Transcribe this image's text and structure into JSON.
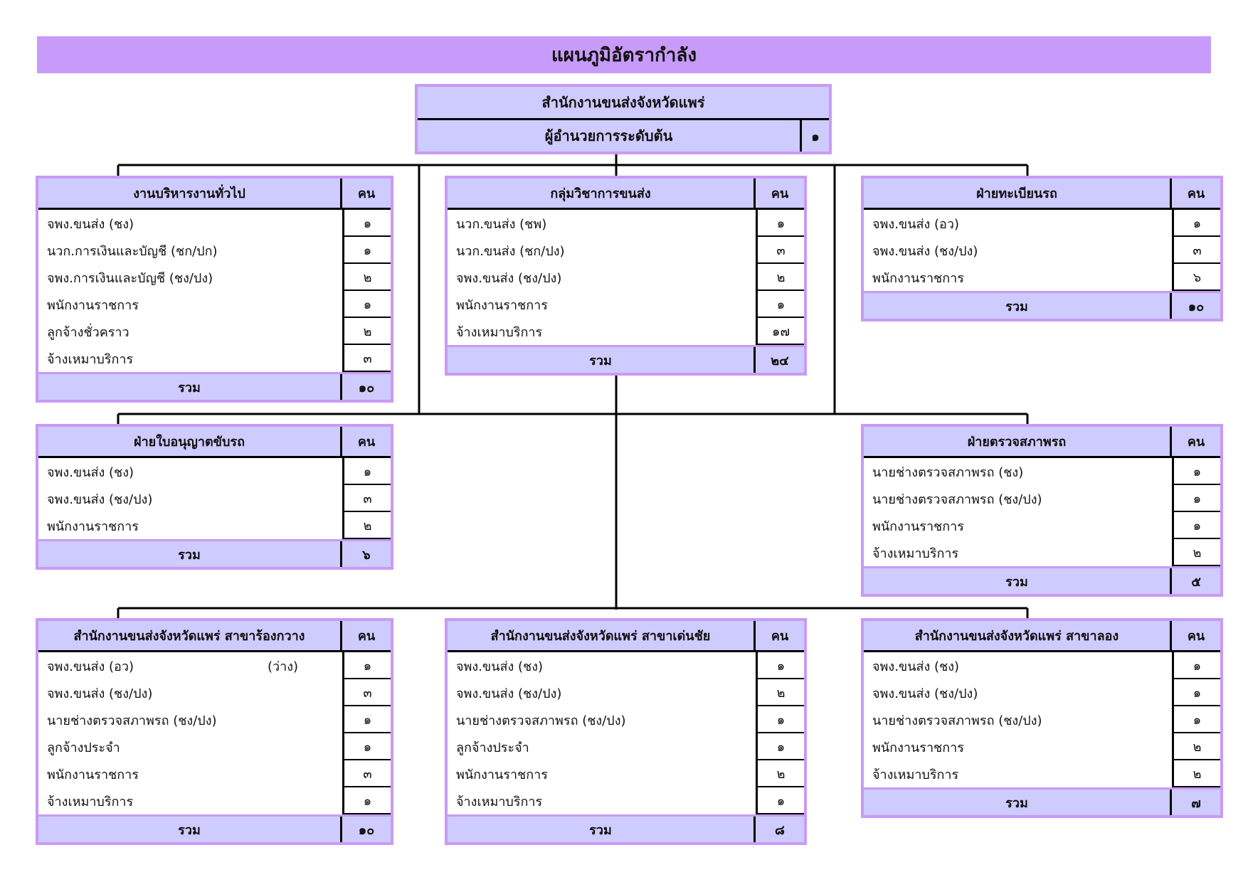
{
  "title": "แผนภูมิอัตรากำลัง",
  "head_office": {
    "name": "สำนักงานขนส่งจังหวัดแพร่",
    "director": "ผู้อำนวยการระดับต้น",
    "director_count": "๑"
  },
  "count_header": "คน",
  "total_label": "รวม",
  "units": [
    {
      "name": "งานบริหารงานทั่วไป",
      "rows": [
        {
          "label": "จพง.ขนส่ง (ชง)",
          "count": "๑"
        },
        {
          "label": "นวก.การเงินและบัญชี (ชก/ปก)",
          "count": "๑"
        },
        {
          "label": "จพง.การเงินและบัญชี (ชง/ปง)",
          "count": "๒"
        },
        {
          "label": "พนักงานราชการ",
          "count": "๑"
        },
        {
          "label": "ลูกจ้างชั่วคราว",
          "count": "๒"
        },
        {
          "label": "จ้างเหมาบริการ",
          "count": "๓"
        }
      ],
      "total": "๑๐"
    },
    {
      "name": "กลุ่มวิชาการขนส่ง",
      "rows": [
        {
          "label": "นวก.ขนส่ง (ชพ)",
          "count": "๑"
        },
        {
          "label": "นวก.ขนส่ง (ชก/ปง)",
          "count": "๓"
        },
        {
          "label": "จพง.ขนส่ง (ชง/ปง)",
          "count": "๒"
        },
        {
          "label": "พนักงานราชการ",
          "count": "๑"
        },
        {
          "label": "จ้างเหมาบริการ",
          "count": "๑๗"
        }
      ],
      "total": "๒๔"
    },
    {
      "name": "ฝ่ายทะเบียนรถ",
      "rows": [
        {
          "label": "จพง.ขนส่ง (อว)",
          "count": "๑"
        },
        {
          "label": "จพง.ขนส่ง (ชง/ปง)",
          "count": "๓"
        },
        {
          "label": "พนักงานราชการ",
          "count": "๖"
        }
      ],
      "total": "๑๐"
    },
    {
      "name": "ฝ่ายใบอนุญาตขับรถ",
      "rows": [
        {
          "label": "จพง.ขนส่ง (ชง)",
          "count": "๑"
        },
        {
          "label": "จพง.ขนส่ง (ชง/ปง)",
          "count": "๓"
        },
        {
          "label": "พนักงานราชการ",
          "count": "๒"
        }
      ],
      "total": "๖"
    },
    {
      "name": "ฝ่ายตรวจสภาพรถ",
      "rows": [
        {
          "label": "นายช่างตรวจสภาพรถ (ชง)",
          "count": "๑"
        },
        {
          "label": "นายช่างตรวจสภาพรถ (ชง/ปง)",
          "count": "๑"
        },
        {
          "label": "พนักงานราชการ",
          "count": "๑"
        },
        {
          "label": "จ้างเหมาบริการ",
          "count": "๒"
        }
      ],
      "total": "๕"
    },
    {
      "name": "สำนักงานขนส่งจังหวัดแพร่ สาขาร้องกวาง",
      "rows": [
        {
          "label": "จพง.ขนส่ง (อว)",
          "count": "๑",
          "note": "(ว่าง)"
        },
        {
          "label": "จพง.ขนส่ง (ชง/ปง)",
          "count": "๓"
        },
        {
          "label": "นายช่างตรวจสภาพรถ (ชง/ปง)",
          "count": "๑"
        },
        {
          "label": "ลูกจ้างประจำ",
          "count": "๑"
        },
        {
          "label": "พนักงานราชการ",
          "count": "๓"
        },
        {
          "label": "จ้างเหมาบริการ",
          "count": "๑"
        }
      ],
      "total": "๑๐"
    },
    {
      "name": "สำนักงานขนส่งจังหวัดแพร่ สาขาเด่นชัย",
      "rows": [
        {
          "label": "จพง.ขนส่ง (ชง)",
          "count": "๑"
        },
        {
          "label": "จพง.ขนส่ง (ชง/ปง)",
          "count": "๒"
        },
        {
          "label": "นายช่างตรวจสภาพรถ (ชง/ปง)",
          "count": "๑"
        },
        {
          "label": "ลูกจ้างประจำ",
          "count": "๑"
        },
        {
          "label": "พนักงานราชการ",
          "count": "๒"
        },
        {
          "label": "จ้างเหมาบริการ",
          "count": "๑"
        }
      ],
      "total": "๘"
    },
    {
      "name": "สำนักงานขนส่งจังหวัดแพร่ สาขาลอง",
      "rows": [
        {
          "label": "จพง.ขนส่ง (ชง)",
          "count": "๑"
        },
        {
          "label": "จพง.ขนส่ง (ชง/ปง)",
          "count": "๑"
        },
        {
          "label": "นายช่างตรวจสภาพรถ (ชง/ปง)",
          "count": "๑"
        },
        {
          "label": "พนักงานราชการ",
          "count": "๒"
        },
        {
          "label": "จ้างเหมาบริการ",
          "count": "๒"
        }
      ],
      "total": "๗"
    }
  ]
}
